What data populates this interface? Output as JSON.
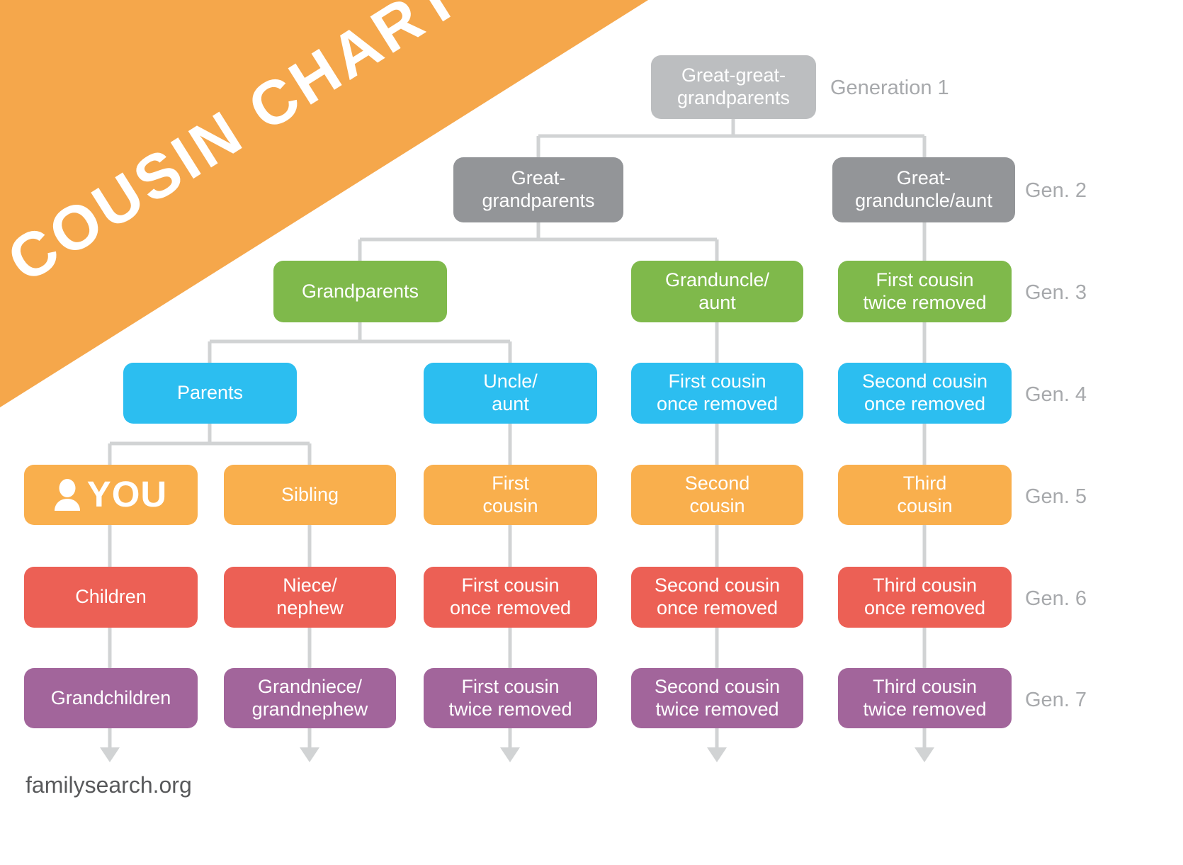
{
  "banner": {
    "title": "COUSIN CHART",
    "color": "#F5A74B"
  },
  "footer": {
    "text": "familysearch.org"
  },
  "palette": {
    "gen1": "#BCBEC0",
    "gen2": "#939598",
    "gen3": "#7FB94B",
    "gen4": "#2CBEF0",
    "gen5": "#F9AF4D",
    "gen6": "#EC6055",
    "gen7": "#A2659B",
    "connector": "#D1D3D4",
    "gen_label_text": "#A7A9AC",
    "footer_text": "#58595B"
  },
  "generation_labels": [
    {
      "text": "Generation 1"
    },
    {
      "text": "Gen. 2"
    },
    {
      "text": "Gen. 3"
    },
    {
      "text": "Gen. 4"
    },
    {
      "text": "Gen. 5"
    },
    {
      "text": "Gen. 6"
    },
    {
      "text": "Gen. 7"
    }
  ],
  "nodes": {
    "g1_c3": "Great-great-\ngrandparents",
    "g2_c2": "Great-\ngrandparents",
    "g2_c5": "Great-\ngranduncle/aunt",
    "g3_c2": "Grandparents",
    "g3_c4": "Granduncle/\naunt",
    "g3_c5": "First cousin\ntwice removed",
    "g4_c1": "Parents",
    "g4_c3": "Uncle/\naunt",
    "g4_c4": "First cousin\nonce removed",
    "g4_c5": "Second cousin\nonce removed",
    "g5_c1": "YOU",
    "g5_c2": "Sibling",
    "g5_c3": "First\ncousin",
    "g5_c4": "Second\ncousin",
    "g5_c5": "Third\ncousin",
    "g6_c1": "Children",
    "g6_c2": "Niece/\nnephew",
    "g6_c3": "First cousin\nonce removed",
    "g6_c4": "Second cousin\nonce removed",
    "g6_c5": "Third cousin\nonce removed",
    "g7_c1": "Grandchildren",
    "g7_c2": "Grandniece/\ngrandnephew",
    "g7_c3": "First cousin\ntwice removed",
    "g7_c4": "Second cousin\ntwice removed",
    "g7_c5": "Third cousin\ntwice removed"
  },
  "icons": {
    "you": "person-icon"
  }
}
